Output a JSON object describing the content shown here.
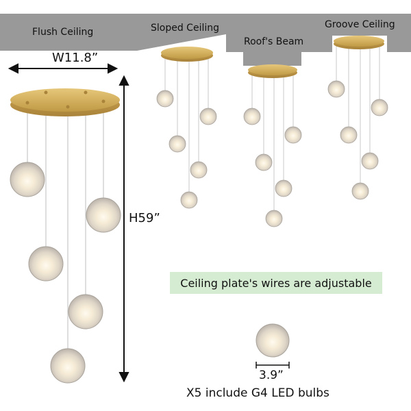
{
  "ceiling_types": {
    "flush": "Flush Ceiling",
    "sloped": "Sloped Ceiling",
    "beam": "Roof's Beam",
    "groove": "Groove Ceiling"
  },
  "dimensions": {
    "width": "W11.8”",
    "height": "H59”",
    "bulb_diameter": "3.9”"
  },
  "notes": {
    "adjustable": "Ceiling plate's wires are adjustable",
    "bulbs": "X5 include G4 LED bulbs"
  },
  "colors": {
    "ceiling": "#999999",
    "brass": "#d4b15e",
    "note_bg": "#d6ecd2"
  }
}
